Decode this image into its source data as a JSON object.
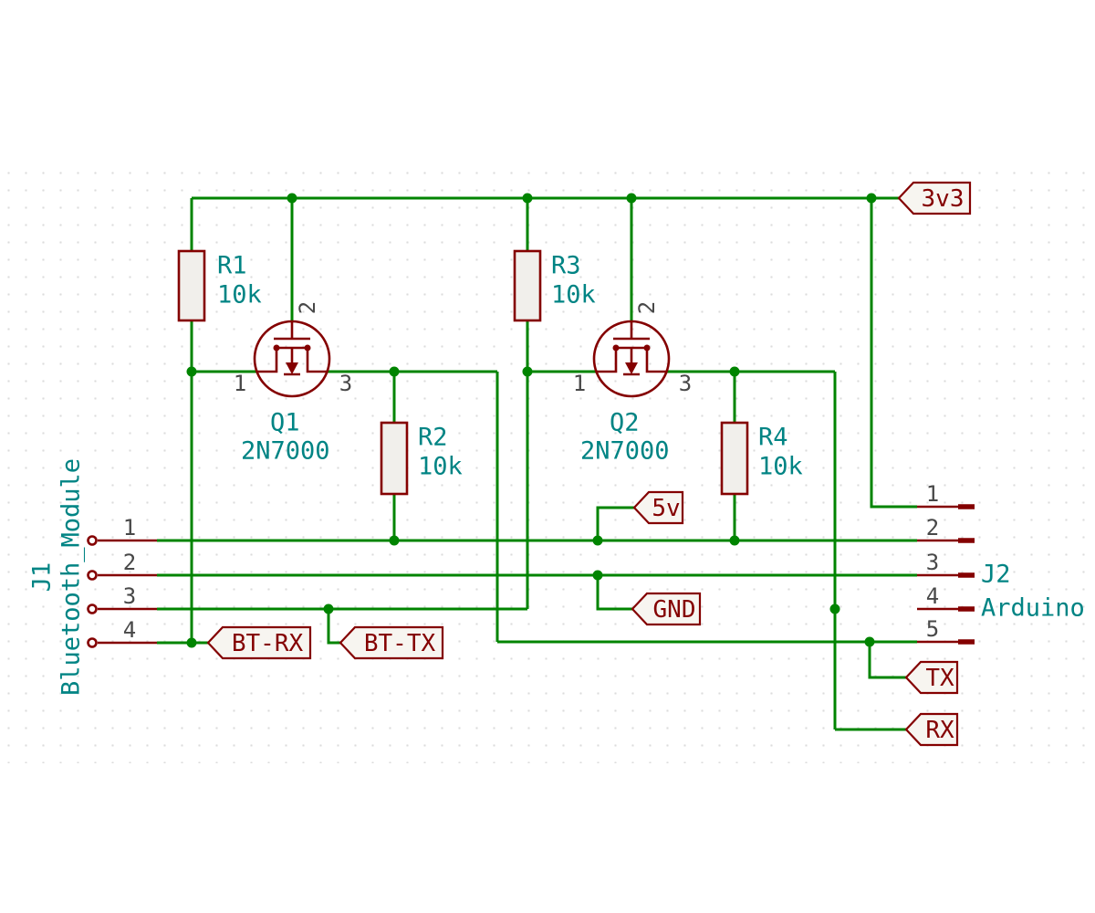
{
  "schematic": {
    "net_labels": {
      "v3v3": "3v3",
      "v5": "5v",
      "gnd": "GND",
      "bt_rx": "BT-RX",
      "bt_tx": "BT-TX",
      "tx": "TX",
      "rx": "RX"
    },
    "components": {
      "r1": {
        "ref": "R1",
        "value": "10k"
      },
      "r2": {
        "ref": "R2",
        "value": "10k"
      },
      "r3": {
        "ref": "R3",
        "value": "10k"
      },
      "r4": {
        "ref": "R4",
        "value": "10k"
      },
      "q1": {
        "ref": "Q1",
        "value": "2N7000",
        "pins": [
          "1",
          "2",
          "3"
        ]
      },
      "q2": {
        "ref": "Q2",
        "value": "2N7000",
        "pins": [
          "1",
          "2",
          "3"
        ]
      },
      "j1": {
        "ref": "J1",
        "value": "Bluetooth_Module",
        "pins": [
          "1",
          "2",
          "3",
          "4"
        ]
      },
      "j2": {
        "ref": "J2",
        "value": "Arduino",
        "pins": [
          "1",
          "2",
          "3",
          "4",
          "5"
        ]
      }
    },
    "colors": {
      "wire": "#008400",
      "device_outline": "#840000",
      "field_text": "#008484",
      "pin_number": "#484848",
      "label_fill": "#f7f5f0"
    }
  }
}
